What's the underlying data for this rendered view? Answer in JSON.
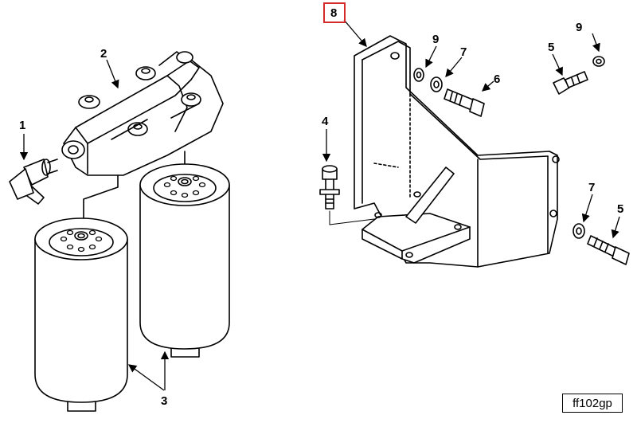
{
  "figure_ref": "ff102gp",
  "highlight_color": "#d42a2a",
  "callouts": {
    "c1": "1",
    "c2": "2",
    "c3": "3",
    "c4": "4",
    "c5a": "5",
    "c5b": "5",
    "c6": "6",
    "c7a": "7",
    "c7b": "7",
    "c8": "8",
    "c9a": "9",
    "c9b": "9"
  },
  "highlighted_callout": "8"
}
